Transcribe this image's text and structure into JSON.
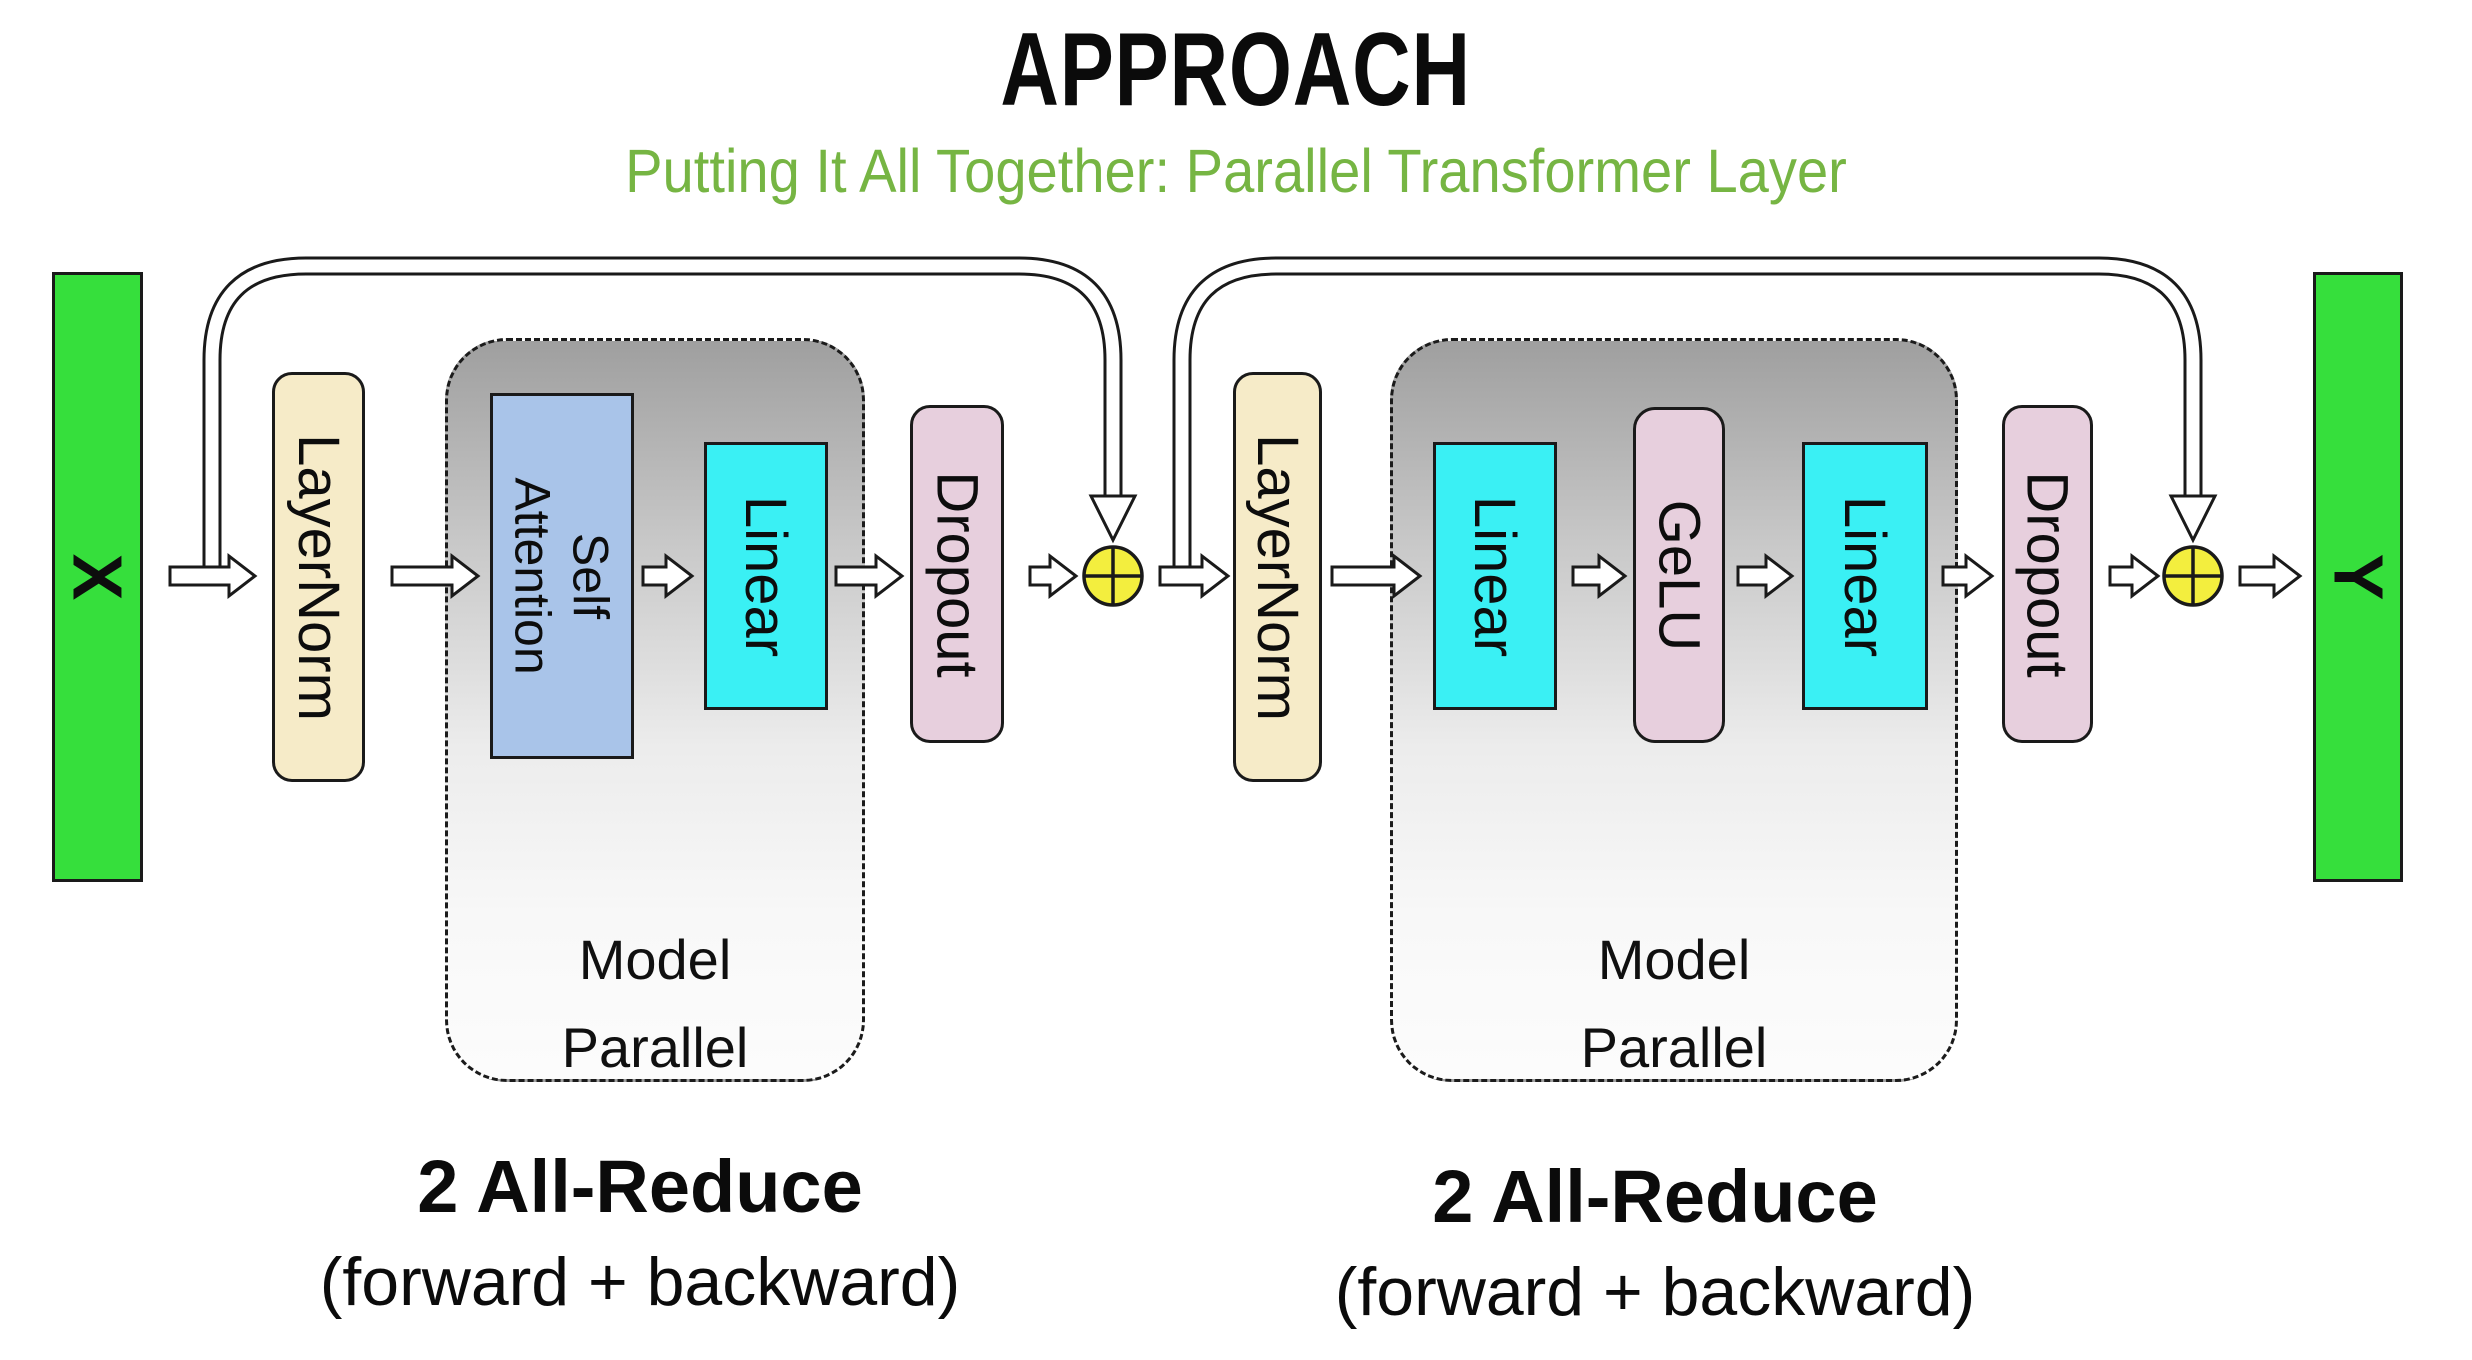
{
  "header": {
    "title": "APPROACH",
    "subtitle": "Putting It All Together: Parallel Transformer Layer"
  },
  "colors": {
    "accent_green": "#76b543",
    "tensor_bar_green": "#36df3c",
    "layernorm_cream": "#f6ebc8",
    "attention_blue": "#a9c4e9",
    "linear_cyan": "#3af0f4",
    "dropout_pink": "#e7cfdd",
    "adder_yellow": "#f3ee3e",
    "model_parallel_gray_top": "#9f9f9f",
    "ink": "#1a1a1a"
  },
  "diagram": {
    "input_label": "X",
    "output_label": "Y",
    "blocks": {
      "layernorm1": "LayerNorm",
      "self_attention": {
        "line1": "Self",
        "line2": "Attention"
      },
      "linear1": "Linear",
      "dropout1": "Dropout",
      "layernorm2": "LayerNorm",
      "linear2": "Linear",
      "gelu": "GeLU",
      "linear3": "Linear",
      "dropout2": "Dropout"
    },
    "model_parallel_region1": {
      "line1": "Model",
      "line2": "Parallel"
    },
    "model_parallel_region2": {
      "line1": "Model",
      "line2": "Parallel"
    },
    "annotations": {
      "left": {
        "line1": "2 All-Reduce",
        "line2": "(forward + backward)"
      },
      "right": {
        "line1": "2 All-Reduce",
        "line2": "(forward + backward)"
      }
    }
  }
}
